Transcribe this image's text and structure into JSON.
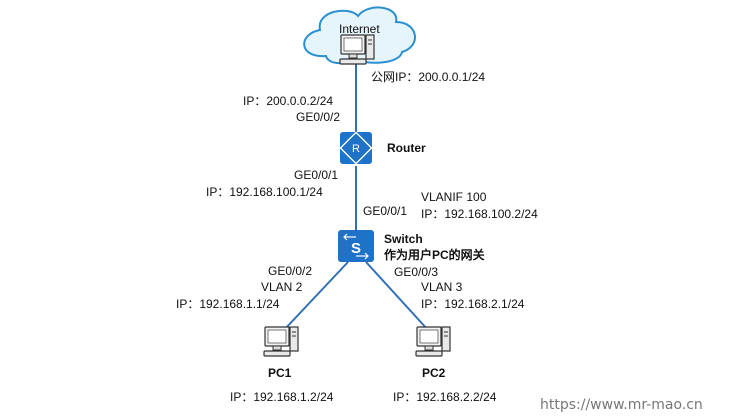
{
  "internet": {
    "label": "Internet",
    "public_ip": "公网IP：200.0.0.1/24"
  },
  "router": {
    "label": "Router",
    "uplink_ip": "IP：200.0.0.2/24",
    "uplink_port": "GE0/0/2",
    "downlink_port": "GE0/0/1",
    "downlink_ip": "IP：192.168.100.1/24"
  },
  "switch": {
    "label": "Switch",
    "role": "作为用户PC的网关",
    "uplink_port": "GE0/0/1",
    "vlanif": "VLANIF 100",
    "vlanif_ip": "IP：192.168.100.2/24",
    "left_port": "GE0/0/2",
    "left_vlan": "VLAN 2",
    "left_ip": "IP：192.168.1.1/24",
    "right_port": "GE0/0/3",
    "right_vlan": "VLAN 3",
    "right_ip": "IP：192.168.2.1/24"
  },
  "pc1": {
    "label": "PC1",
    "ip": "IP：192.168.1.2/24"
  },
  "pc2": {
    "label": "PC2",
    "ip": "IP：192.168.2.2/24"
  },
  "watermark": "https://www.mr-mao.cn",
  "colors": {
    "device_blue": "#1e72c8",
    "link_blue": "#2f6fb5",
    "cloud_fill": "#e6f4fb",
    "cloud_stroke": "#2b8fd0"
  }
}
